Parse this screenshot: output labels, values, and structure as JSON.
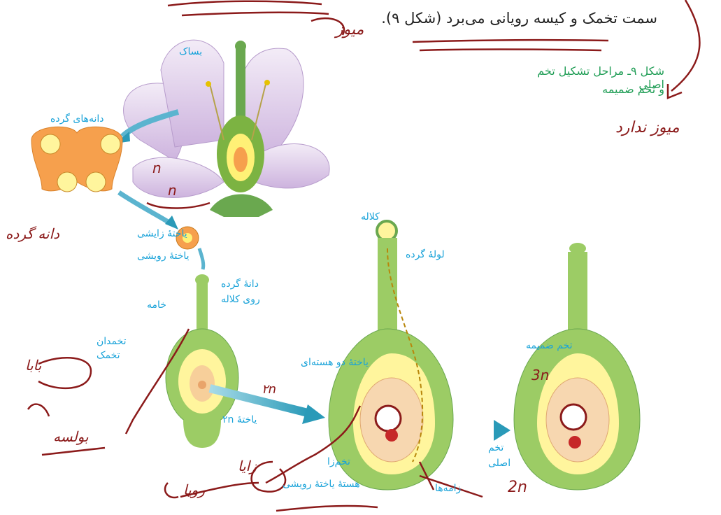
{
  "header": {
    "text": "سمت تخمک و کیسه رویانی می‌برد (شکل ۹)."
  },
  "caption": {
    "line1": "شکل ۹ـ مراحل تشکیل تخم اصلی",
    "line2": "و تخم ضمیمه"
  },
  "labels": {
    "anther": "بساک",
    "pollen_grains": "دانه‌های گرده",
    "generative_cell": "یاختهٔ زایشی",
    "vegetative_cell": "یاختهٔ رویشی",
    "pollen_on_stigma_1": "دانهٔ گرده",
    "pollen_on_stigma_2": "روی کلاله",
    "style": "خامه",
    "ovary": "تخمدان",
    "ovule": "تخمک",
    "cell_2n": "یاختهٔ ۲n",
    "stigma": "کلاله",
    "pollen_tube": "لولهٔ گرده",
    "binucleate_cell": "یاختهٔ دو هسته‌ای",
    "zygote": "تخم‌زا",
    "vegetative_nucleus": "هستهٔ یاختهٔ رویشی",
    "sperms": "زامه‌ها",
    "endosperm_egg": "تخم ضمیمه",
    "main_egg_1": "تخم",
    "main_egg_2": "اصلی"
  },
  "handwritten": {
    "meiosis": "میوز",
    "no_meiosis": "میوز ندارد",
    "n_note": "n",
    "n_note2": "n",
    "pollen_note": "دانه گرده",
    "parent": "بابا",
    "mature": "بولسه",
    "n2": "۲n",
    "n3": "3n",
    "two_n": "2n",
    "fertile": "زایا",
    "vegetative": "رویا"
  },
  "colors": {
    "label_blue": "#1aa3d9",
    "caption_green": "#1f9d55",
    "ink_red": "#8b1a1a",
    "plant_green": "#9ccc65",
    "yellow": "#fff176",
    "orange": "#f6a04d"
  }
}
